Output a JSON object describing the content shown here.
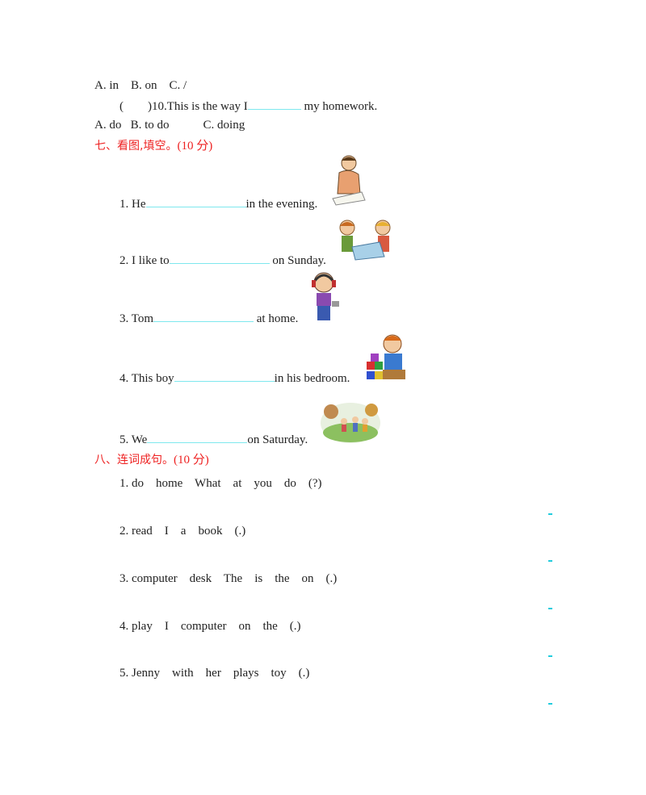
{
  "q9_options": "A. in    B. on    C. /",
  "q10": {
    "paren": "(        )",
    "before": "10.This is the way I",
    "after": " my homework."
  },
  "q10_options": {
    "a": "A. do",
    "b": "B. to do",
    "c": "C. doing"
  },
  "section7": {
    "title": "七、看图,填空。",
    "points": "(10 分)",
    "items": [
      {
        "before": "1. He",
        "after": "in the evening.",
        "picture": "man-writing"
      },
      {
        "before": "2. I like to",
        "after": " on Sunday.",
        "picture": "kids-playing-chess"
      },
      {
        "before": "3. Tom",
        "after": " at home.",
        "picture": "boy-with-headphones"
      },
      {
        "before": "4. This boy",
        "after": "in his bedroom.",
        "picture": "boy-with-blocks"
      },
      {
        "before": "5. We",
        "after": "on Saturday.",
        "picture": "family-in-park"
      }
    ]
  },
  "section8": {
    "title": "八、连词成句。",
    "points": "(10 分)",
    "items": [
      "1. do    home    What    at    you    do    (?)",
      "2. read    I    a    book    (.)",
      "3. computer    desk    The    is    the    on    (.)",
      "4. play    I    computer    on    the    (.)",
      "5. Jenny    with    her    plays    toy    (.)"
    ]
  },
  "colors": {
    "heading": "#ee2222",
    "blank_line": "#7ee8ee"
  }
}
